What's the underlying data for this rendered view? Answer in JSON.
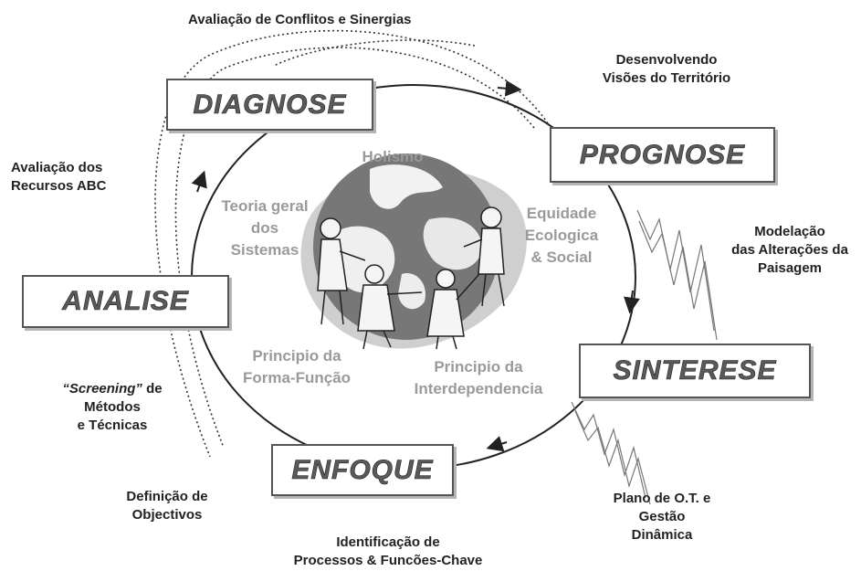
{
  "stages": {
    "diagnose": "DIAGNOSE",
    "prognose": "PROGNOSE",
    "sinterese": "SINTERESE",
    "enfoque": "ENFOQUE",
    "analise": "ANALISE"
  },
  "annotations": {
    "conflicts": "Avaliação de Conflitos e Sinergias",
    "visions": [
      "Desenvolvendo",
      "Visões do Território"
    ],
    "resources": [
      "Avaliação dos",
      "Recursos ABC"
    ],
    "modelling": [
      "Modelação",
      "das Alterações da",
      "Paisagem"
    ],
    "screening": {
      "emphasis": "“Screening”",
      "rest": " de",
      "lines": [
        "Métodos",
        "e Técnicas"
      ]
    },
    "objectives": [
      "Definição de",
      "Objectivos"
    ],
    "processes": [
      "Identificação de",
      "Processos & Funcões-Chave"
    ],
    "plan": [
      "Plano de O.T. e",
      "Gestão",
      "Dinâmica"
    ]
  },
  "principles": {
    "holism": "Holismo",
    "systems": [
      "Teoria geral",
      "dos",
      "Sistemas"
    ],
    "equity": [
      "Equidade",
      "Ecologica",
      "& Social"
    ],
    "form_function": [
      "Principio da",
      "Forma-Função"
    ],
    "interdependence": [
      "Principio da",
      "Interdependencia"
    ]
  },
  "colors": {
    "cycle_line": "#222222",
    "principle_text": "#9a9a9a",
    "blob": "#c9c9c9",
    "globe": "#6f6f6f"
  },
  "icons": [
    "globe-people-icon",
    "zigzag-lines-icon"
  ]
}
